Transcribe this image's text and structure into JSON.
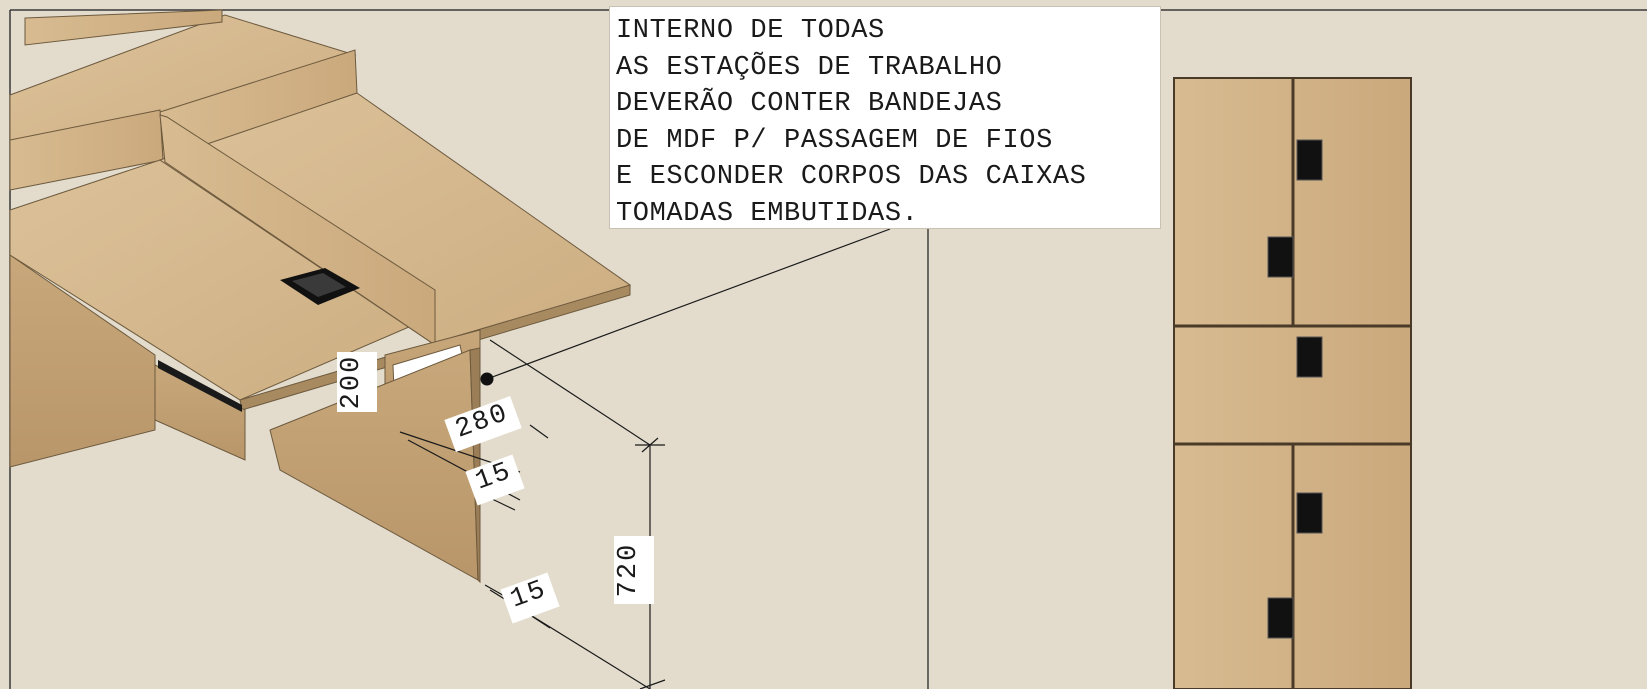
{
  "note": {
    "lines": [
      "INTERNO DE TODAS",
      "AS ESTAÇÕES DE TRABALHO",
      "DEVERÃO CONTER BANDEJAS",
      "DE MDF P/ PASSAGEM DE FIOS",
      "E ESCONDER CORPOS DAS CAIXAS",
      "TOMADAS EMBUTIDAS."
    ]
  },
  "dimensions": {
    "tray_height": "200",
    "tray_depth": "280",
    "panel_thickness": "15",
    "leg_thickness": "15",
    "desk_height": "720"
  },
  "colors": {
    "background": "#e3dccd",
    "wood": "#d3b489",
    "wood_dark": "#b8976b",
    "line": "#1a1a1a"
  }
}
